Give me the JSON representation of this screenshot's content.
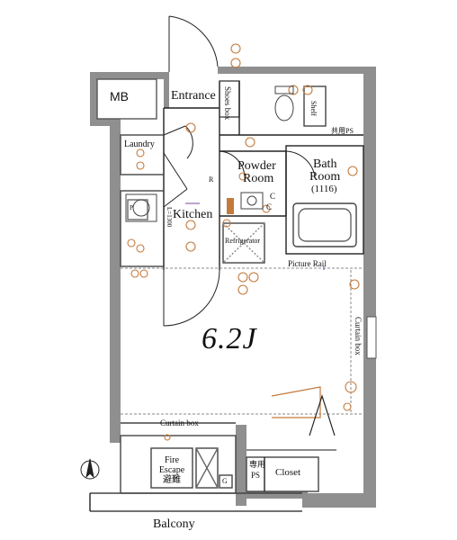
{
  "labels": {
    "mb": "MB",
    "entrance": "Entrance",
    "shoes_box": "Shoes box",
    "shelf": "Shelf",
    "common_ps": "共用PS",
    "laundry": "Laundry",
    "powder_room_1": "Powder",
    "powder_room_2": "Room",
    "bath_room_1": "Bath",
    "bath_room_2": "Room",
    "bath_size": "(1116)",
    "kitchen": "Kitchen",
    "kitchen_length": "L=1300",
    "refrigerator": "Refrigerator",
    "picture_rail": "Picture Rail",
    "curtain_box_right": "Curtain box",
    "area": "6.2J",
    "curtain_box_bottom": "Curtain box",
    "fire_escape_1": "Fire",
    "fire_escape_2": "Escape",
    "fire_escape_3": "避難",
    "private_ps_1": "専用",
    "private_ps_2": "PS",
    "closet": "Closet",
    "balcony": "Balcony",
    "r_mark": "R",
    "c_mark_powder": "C",
    "c_mark_ref": "C",
    "g_mark": "G",
    "p_mark": "P"
  },
  "colors": {
    "wall": "#8f8f8f",
    "line": "#222222",
    "fixture": "#c47a3c",
    "accent": "#7a4a9a"
  }
}
